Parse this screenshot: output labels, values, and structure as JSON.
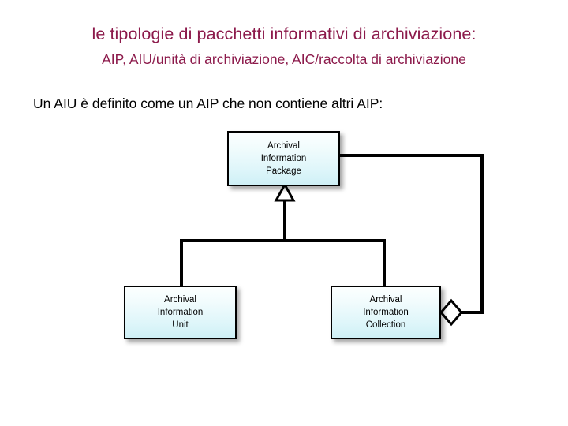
{
  "slide": {
    "background_color": "#FFFFFF",
    "heading_color": "#8C1A4B",
    "body_text_color": "#000000",
    "title": "le tipologie di pacchetti informativi di archiviazione:",
    "subtitle": "AIP, AIU/unità di archiviazione, AIC/raccolta di archiviazione",
    "body_text": "Un AIU è definito come un AIP che non contiene altri AIP:"
  },
  "diagram": {
    "type": "uml-class-diagram",
    "node_fill_top": "#FCFFFF",
    "node_fill_bottom": "#CFF0F6",
    "node_border_color": "#000000",
    "connector_color": "#000000",
    "nodes": [
      {
        "id": "aip",
        "lines": [
          "Archival",
          "Information",
          "Package"
        ],
        "abbreviation": "AIP"
      },
      {
        "id": "aiu",
        "lines": [
          "Archival",
          "Information",
          "Unit"
        ],
        "abbreviation": "AIU"
      },
      {
        "id": "aic",
        "lines": [
          "Archival",
          "Information",
          "Collection"
        ],
        "abbreviation": "AIC"
      }
    ],
    "connectors": [
      {
        "id": "generalization-aiu-aip",
        "from": "aiu",
        "to": "aip",
        "kind": "generalization",
        "marker": "hollow-triangle"
      },
      {
        "id": "generalization-aic-aip",
        "from": "aic",
        "to": "aip",
        "kind": "generalization",
        "marker": "hollow-triangle"
      },
      {
        "id": "aggregation-aic-aip",
        "from": "aic",
        "to": "aip",
        "kind": "aggregation",
        "marker": "hollow-diamond"
      }
    ]
  }
}
